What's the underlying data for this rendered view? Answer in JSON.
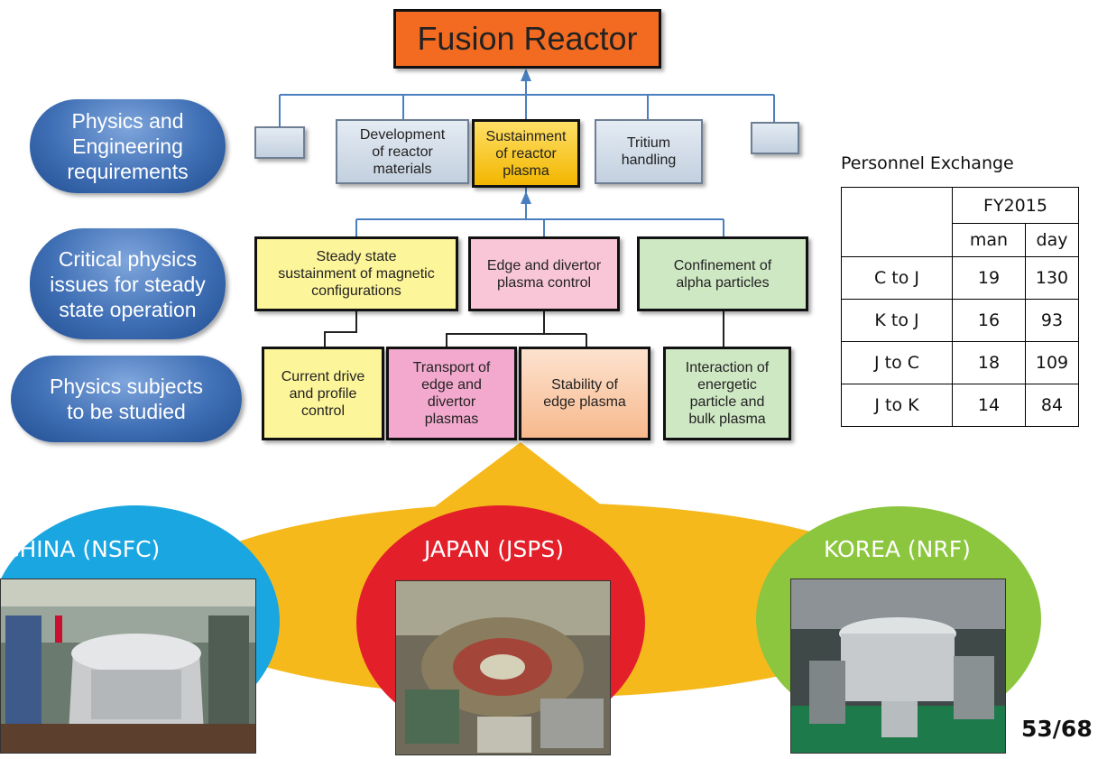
{
  "diagram": {
    "top_title": "Fusion Reactor",
    "rows": [
      {
        "label": "Physics and\nEngineering\nrequirements"
      },
      {
        "label": "Critical physics\nissues for steady\nstate operation"
      },
      {
        "label": "Physics subjects\nto be studied"
      }
    ],
    "level1": [
      {
        "text": ""
      },
      {
        "text": "Development\nof reactor\nmaterials"
      },
      {
        "text": "Sustainment\nof reactor\nplasma"
      },
      {
        "text": "Tritium\nhandling"
      },
      {
        "text": ""
      }
    ],
    "level2": [
      {
        "text": "Steady state\nsustainment of magnetic\nconfigurations"
      },
      {
        "text": "Edge and divertor\nplasma control"
      },
      {
        "text": "Confinement of\nalpha particles"
      }
    ],
    "level3": [
      {
        "text": "Current drive\nand profile\ncontrol"
      },
      {
        "text": "Transport of\nedge and\ndivertor\nplasmas"
      },
      {
        "text": "Stability of\nedge plasma"
      },
      {
        "text": "Interaction of\nenergetic\nparticle and\nbulk plasma"
      }
    ]
  },
  "exchange": {
    "title": "Personnel Exchange",
    "year": "FY2015",
    "col_man": "man",
    "col_day": "day",
    "rows": [
      {
        "route": "C to J",
        "man": "19",
        "day": "130"
      },
      {
        "route": "K to J",
        "man": "16",
        "day": "93"
      },
      {
        "route": "J to C",
        "man": "18",
        "day": "109"
      },
      {
        "route": "J to K",
        "man": "14",
        "day": "84"
      }
    ]
  },
  "countries": [
    {
      "label": "CHINA (NSFC)",
      "color": "#1aa6e0"
    },
    {
      "label": "JAPAN (JSPS)",
      "color": "#e3202a"
    },
    {
      "label": "KOREA (NRF)",
      "color": "#8cc63f"
    }
  ],
  "colors": {
    "band": "#f6b91c",
    "orange": "#f26b21",
    "yellow": "#fdf59a",
    "pink": "#f8c6d6",
    "green": "#cfe8c4"
  },
  "page_number": "53/68"
}
